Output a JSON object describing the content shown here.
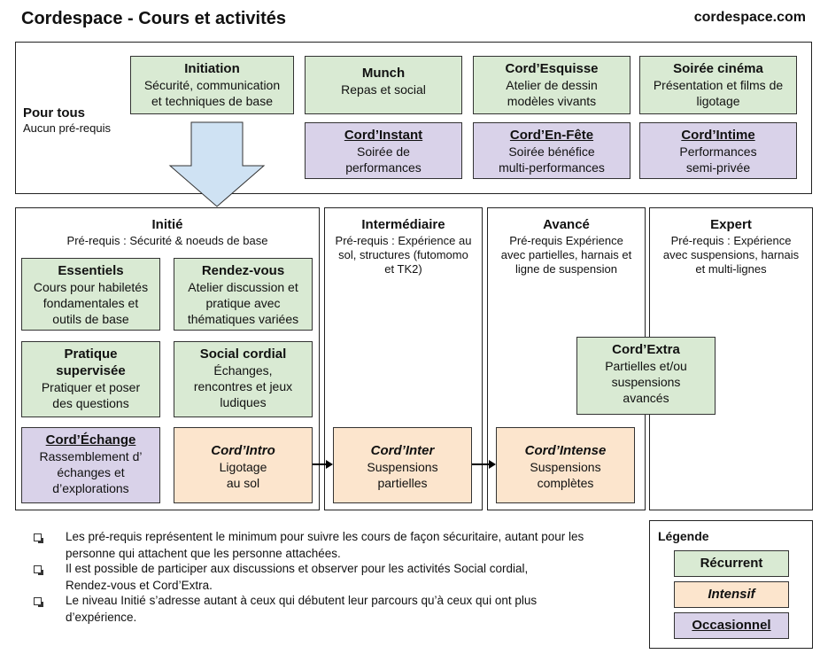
{
  "header": {
    "title": "Cordespace - Cours et activités",
    "site": "cordespace.com"
  },
  "pour_tous": {
    "title": "Pour tous",
    "subtitle": "Aucun pré-requis",
    "activities": [
      {
        "name": "Initiation",
        "lines": [
          "Sécurité, communication",
          "et techniques de base"
        ]
      },
      {
        "name": "Munch",
        "lines": [
          "Repas et social"
        ]
      },
      {
        "name": "Cord’Esquisse",
        "lines": [
          "Atelier de dessin",
          "modèles vivants"
        ]
      },
      {
        "name": "Soirée cinéma",
        "lines": [
          "Présentation et films de",
          "ligotage"
        ]
      },
      {
        "name": "Cord’Instant",
        "lines": [
          "Soirée de",
          "performances"
        ]
      },
      {
        "name": "Cord’En-Fête",
        "lines": [
          "Soirée bénéfice",
          "multi-performances"
        ]
      },
      {
        "name": "Cord’Intime",
        "lines": [
          "Performances",
          "semi-privée"
        ]
      }
    ]
  },
  "levels": [
    {
      "name": "Initié",
      "prereq": [
        "Pré-requis : Sécurité & noeuds de base"
      ]
    },
    {
      "name": "Intermédiaire",
      "prereq": [
        "Pré-requis : Expérience au",
        "sol, structures (futomomo",
        "et TK2)"
      ]
    },
    {
      "name": "Avancé",
      "prereq": [
        "Pré-requis Expérience",
        "avec partielles, harnais et",
        "ligne de suspension"
      ]
    },
    {
      "name": "Expert",
      "prereq": [
        "Pré-requis : Expérience",
        "avec suspensions, harnais",
        "et multi-lignes"
      ]
    }
  ],
  "inite_activities": [
    {
      "name": "Essentiels",
      "lines": [
        "Cours pour habiletés",
        "fondamentales et",
        "outils de base"
      ]
    },
    {
      "name": "Rendez-vous",
      "lines": [
        "Atelier discussion et",
        "pratique avec",
        "thématiques variées"
      ]
    },
    {
      "name": "Pratique",
      "name2": "supervisée",
      "lines": [
        "Pratiquer et poser",
        "des questions"
      ]
    },
    {
      "name": "Social cordial",
      "lines": [
        "Échanges,",
        "rencontres et jeux",
        "ludiques"
      ]
    },
    {
      "name": "Cord’Échange",
      "lines": [
        "Rassemblement d’",
        "échanges et",
        "d’explorations"
      ]
    },
    {
      "name": "Cord’Intro",
      "lines": [
        "Ligotage",
        "au sol"
      ]
    }
  ],
  "intense_activities": [
    {
      "name": "Cord’Inter",
      "lines": [
        "Suspensions",
        "partielles"
      ]
    },
    {
      "name": "Cord’Intense",
      "lines": [
        "Suspensions",
        "complètes"
      ]
    }
  ],
  "cord_extra": {
    "name": "Cord’Extra",
    "lines": [
      "Partielles et/ou",
      "suspensions",
      "avancés"
    ]
  },
  "notes": [
    [
      "Les pré-requis représentent le minimum pour suivre les cours de façon sécuritaire, autant pour les",
      "personne qui attachent que les personne attachées."
    ],
    [
      "Il est possible de participer aux discussions et observer pour les activités Social cordial,",
      "Rendez-vous et Cord’Extra."
    ],
    [
      "Le niveau Initié s’adresse autant à ceux qui débutent leur parcours qu’à ceux qui ont plus",
      "d’expérience."
    ]
  ],
  "legend": {
    "title": "Légende",
    "items": [
      "Récurrent",
      "Intensif",
      "Occasionnel"
    ],
    "colors": {
      "recurrent": "#d9ead3",
      "intensif": "#fce5cd",
      "occasionnel": "#d9d2e9"
    }
  }
}
